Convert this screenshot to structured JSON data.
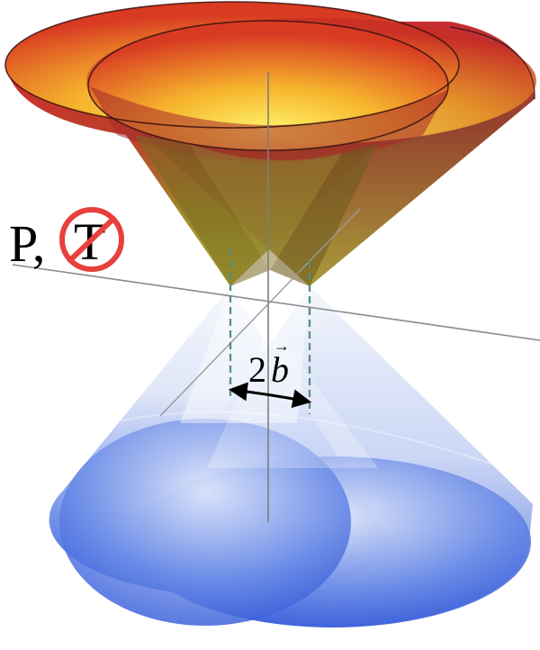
{
  "symmetry_label": {
    "p_text": "P,",
    "t_text": "T"
  },
  "splitting": {
    "coefficient": "2",
    "vector": "b",
    "arrow": "→"
  },
  "colors": {
    "upper_cone_rim": "#d9252a",
    "upper_cone_inner": "#f7e830",
    "upper_cone_apex": "#a89a2a",
    "lower_cone_base": "#3a64e0",
    "lower_cone_apex": "#f2f5fb",
    "prohibition_sign": "#e8403c",
    "dashed_guides": "#5ac8a8"
  }
}
